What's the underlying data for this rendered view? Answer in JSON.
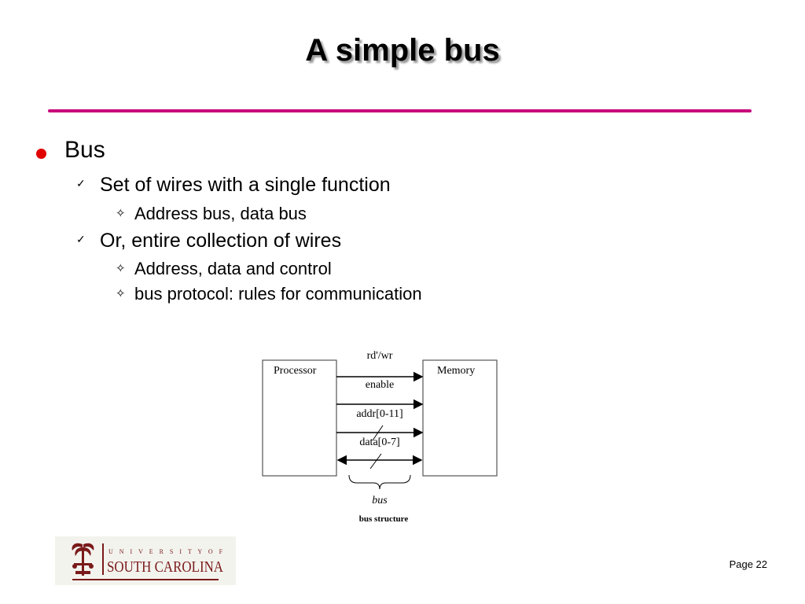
{
  "slide": {
    "title": "A simple bus",
    "page_label": "Page 22"
  },
  "content": {
    "bullet": "Bus",
    "sub1": "Set of wires with a single function",
    "sub1_detail": "Address bus, data bus",
    "sub2": "Or, entire collection of wires",
    "sub2_detail1": "Address, data and control",
    "sub2_detail2": "bus protocol: rules for communication"
  },
  "diagram": {
    "processor": "Processor",
    "memory": "Memory",
    "signals": [
      "rd'/wr",
      "enable",
      "addr[0-11]",
      "data[0-7]"
    ],
    "bus_label": "bus",
    "caption": "bus structure"
  },
  "logo": {
    "line1": "U N I V E R S I T Y   O F",
    "line2": "SOUTH CAROLINA"
  },
  "colors": {
    "rule": "#c8007a",
    "bullet": "#e00000",
    "logo_red": "#7a1a1a"
  }
}
